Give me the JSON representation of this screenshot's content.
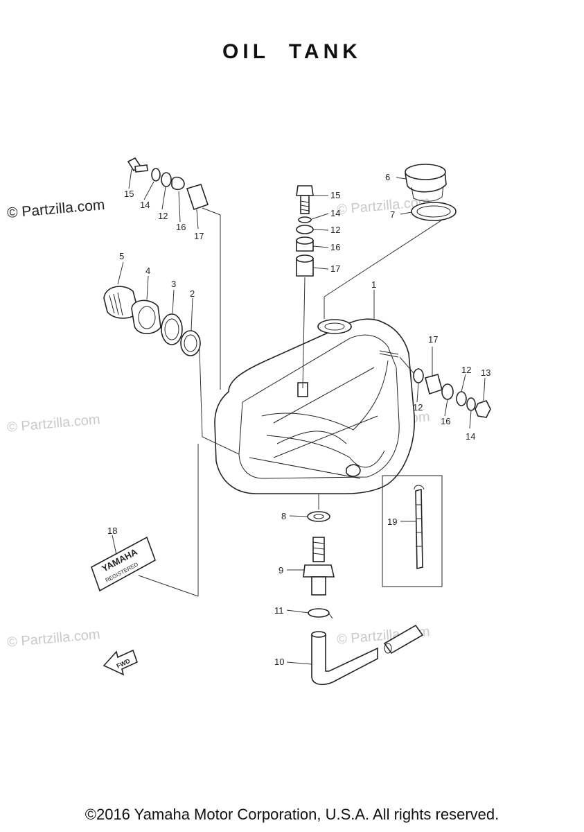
{
  "title": "OIL   TANK",
  "copyright": "©2016 Yamaha Motor Corporation, U.S.A. All rights reserved.",
  "watermarks": {
    "primary": "© Partzilla.com",
    "faint": "© Partzilla.com"
  },
  "callouts": {
    "c1": "1",
    "c2": "2",
    "c3": "3",
    "c4": "4",
    "c5": "5",
    "c6": "6",
    "c7": "7",
    "c8": "8",
    "c9": "9",
    "c10": "10",
    "c11": "11",
    "c12a": "12",
    "c12b": "12",
    "c12c": "12",
    "c12d": "12",
    "c13": "13",
    "c14a": "14",
    "c14b": "14",
    "c14c": "14",
    "c15a": "15",
    "c15b": "15",
    "c16a": "16",
    "c16b": "16",
    "c16c": "16",
    "c17a": "17",
    "c17b": "17",
    "c17c": "17",
    "c18": "18",
    "c19": "19"
  },
  "emblem": {
    "line1": "YAMAHA",
    "line2": "REGISTERED",
    "fwd": "FWD"
  }
}
